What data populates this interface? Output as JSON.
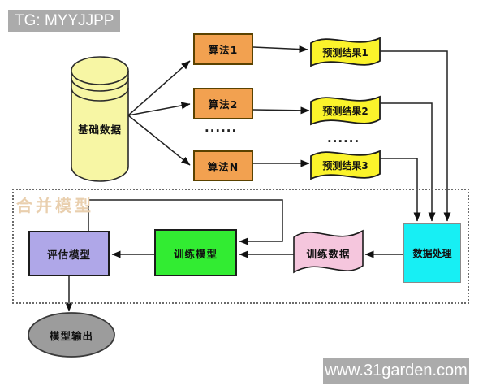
{
  "watermarks": {
    "top_left": "TG: MYYJJPP",
    "bottom_right": "www.31garden.com"
  },
  "diagram": {
    "base_data": "基础数据",
    "algorithm_1": "算法1",
    "algorithm_2": "算法2",
    "algorithm_n": "算法N",
    "algorithm_ellipsis": "......",
    "prediction_1": "预测结果1",
    "prediction_2": "预测结果2",
    "prediction_3": "预测结果3",
    "prediction_ellipsis": "......",
    "merge_group_label": "合并模型",
    "evaluate_model": "评估模型",
    "train_model": "训练模型",
    "train_data": "训练数据",
    "data_processing": "数据处理",
    "model_output": "模型输出"
  },
  "colors": {
    "cylinder_fill": "#F7F6A4",
    "algorithm_fill": "#F2A150",
    "prediction_fill": "#FBF32B",
    "evaluate_fill": "#AFA7E8",
    "train_model_fill": "#32EC32",
    "train_data_fill": "#F5C6DD",
    "data_processing_fill": "#17EFF4",
    "model_output_fill": "#9C9C9C",
    "watermark_bg": "#ABABAB",
    "merge_label_color": "#E9CFAE",
    "connector_stroke": "#222222"
  }
}
